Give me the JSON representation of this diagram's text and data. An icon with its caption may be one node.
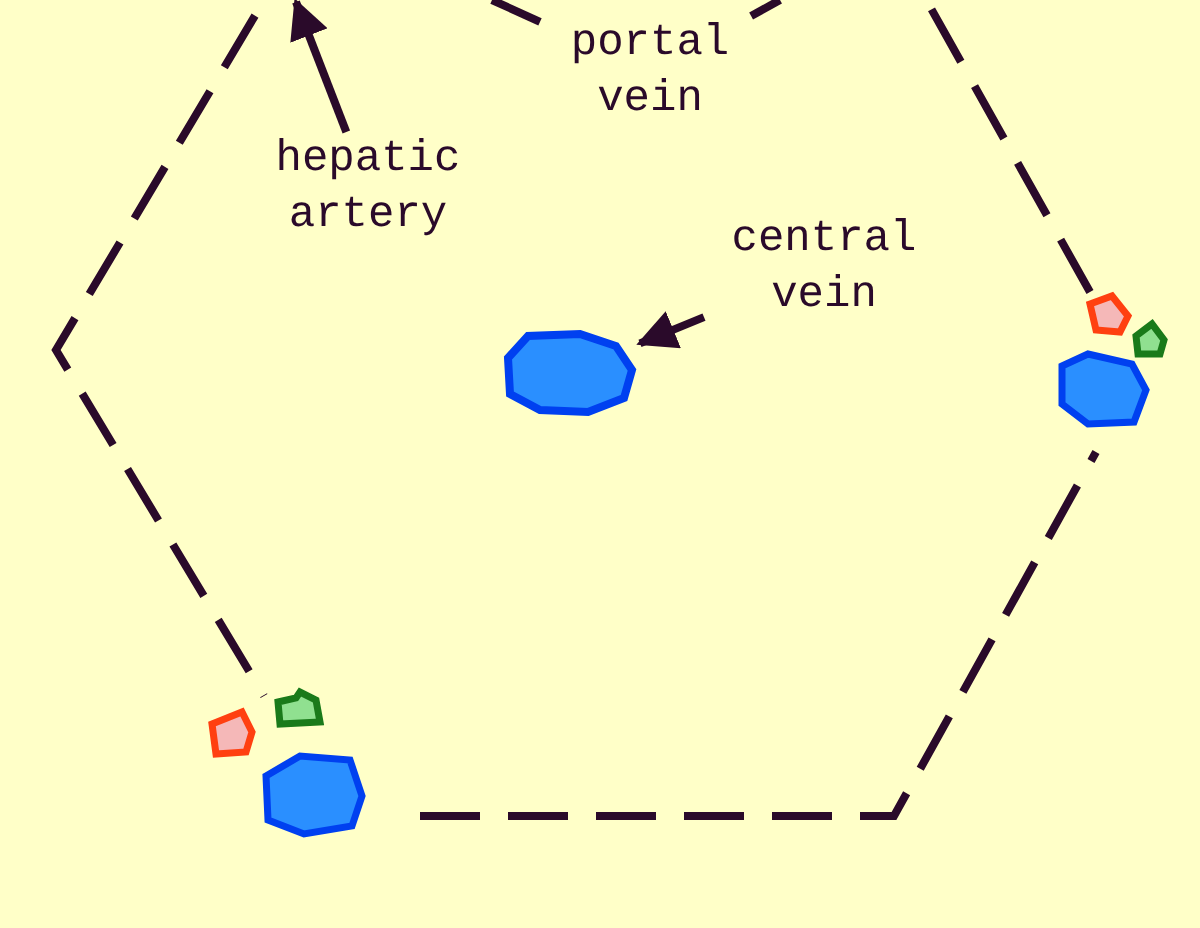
{
  "diagram": {
    "nodes": [
      {
        "text": [
          "hepatic artery"
        ]
      },
      {
        "text": [
          "portal vein"
        ]
      },
      {
        "text": [
          "central vein"
        ]
      },
      {
        "text": [],
        "shape": "circle"
      }
    ],
    "edges": [
      {
        "from": 0,
        "to": null,
        "arrow": "to"
      },
      {
        "from": 1,
        "to": null,
        "arrow": "none"
      },
      {
        "from": 1,
        "to": null,
        "arrow": "none"
      },
      {
        "from": 2,
        "to": 3,
        "arrow": "to"
      }
    ]
  }
}
